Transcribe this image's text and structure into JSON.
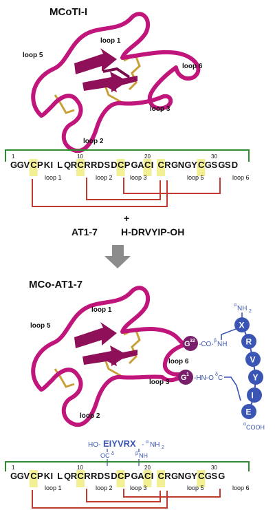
{
  "top_title": "MCoTI-I",
  "bottom_title": "MCo-AT1-7",
  "struct1_loops": [
    "loop 1",
    "loop 5",
    "loop 6",
    "loop 3",
    "loop 2"
  ],
  "struct2_loops": [
    "loop 5",
    "loop 1",
    "loop 6",
    "loop 3",
    "loop 2"
  ],
  "seq1": {
    "letters": [
      "G",
      "G",
      "V",
      "C",
      "P",
      "K",
      "I",
      "L",
      "Q",
      "R",
      "C",
      "R",
      "R",
      "D",
      "S",
      "D",
      "C",
      "P",
      "G",
      "A",
      "C",
      "I",
      "C",
      "R",
      "G",
      "N",
      "G",
      "Y",
      "C",
      "G",
      "S",
      "G",
      "S",
      "D"
    ],
    "numbers": [
      "1",
      "10",
      "20",
      "30"
    ],
    "loops": [
      "loop 1",
      "loop 2",
      "loop 3",
      "loop 5",
      "loop 6"
    ]
  },
  "seq2": {
    "letters": [
      "G",
      "G",
      "V",
      "C",
      "P",
      "K",
      "I",
      "L",
      "Q",
      "R",
      "C",
      "R",
      "R",
      "D",
      "S",
      "D",
      "C",
      "P",
      "G",
      "A",
      "C",
      "I",
      "C",
      "R",
      "G",
      "N",
      "G",
      "Y",
      "C",
      "G",
      "S",
      "G"
    ],
    "numbers": [
      "1",
      "10",
      "20",
      "30"
    ],
    "loops": [
      "loop 1",
      "loop 2",
      "loop 3",
      "loop 5",
      "loop 6"
    ]
  },
  "plus": "+",
  "peptide_short": "AT1-7",
  "peptide_full": "H-DRVYIP-OH",
  "graft": {
    "g32_letter": "G",
    "g32_sup": "32",
    "g32_link": "-CO-",
    "g1_letter": "G",
    "g1_sup": "1",
    "g1_link": "-HN-O",
    "beta": "β",
    "alpha": "α",
    "delta": "δ",
    "nh": "NH",
    "nh2": "NH",
    "sub2": "2",
    "c": "C",
    "cooh": "COOH",
    "beads": [
      "X",
      "R",
      "V",
      "Y",
      "I",
      "E"
    ]
  },
  "annot": {
    "ho": "HO-",
    "seq": "EIYVRX",
    "dash": "-",
    "alpha": "α",
    "nh2": "NH",
    "sub2": "2",
    "oc": "OC",
    "delta": "δ",
    "beta": "β",
    "nh": "NH"
  },
  "colors": {
    "backbone": "#c0157a",
    "sheet": "#8e1059",
    "disulfide": "#c9a038",
    "highlight": "#f3ef93",
    "cyclic_bracket": "#2e8b2e",
    "disulfide_bond": "#c23a2f",
    "graft_blue": "#3a55b3",
    "glycine": "#7a1f6a",
    "arrow": "#8c8c8c"
  }
}
